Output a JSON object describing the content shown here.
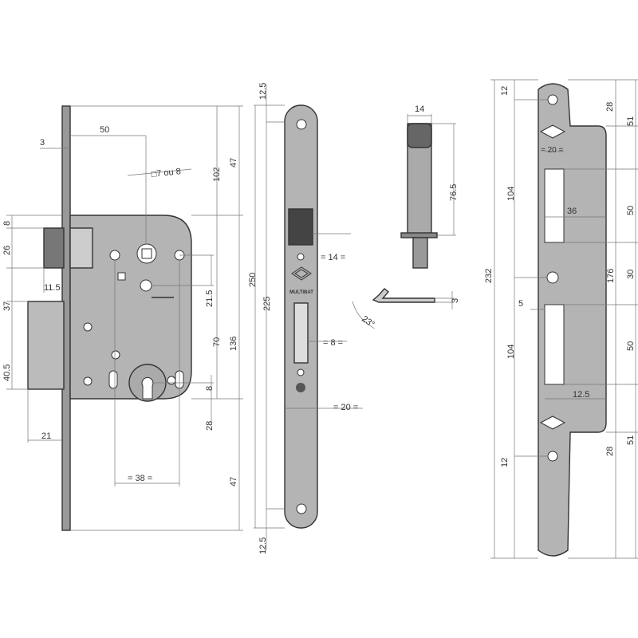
{
  "lock": {
    "dims": [
      "3",
      "50",
      "□7 ou 8",
      "47",
      "102",
      "250",
      "136",
      "70",
      "21.5",
      "8",
      "28",
      "47",
      "8",
      "26",
      "37",
      "40.5",
      "11.5",
      "21",
      "= 38 ="
    ]
  },
  "faceplate": {
    "dims": [
      "12.5",
      "225",
      "12.5",
      "= 14 =",
      "= 8 =",
      "= 20 ="
    ],
    "brand": "MULTIBAT"
  },
  "latch_side": {
    "dims": [
      "14",
      "76.5",
      "3",
      "23°"
    ]
  },
  "strike": {
    "dims": [
      "12",
      "28",
      "51",
      "= 20 =",
      "104",
      "36",
      "50",
      "232",
      "176",
      "30",
      "5",
      "104",
      "50",
      "12.5",
      "28",
      "51",
      "12"
    ]
  },
  "colors": {
    "metal": "#b4b4b4",
    "dark": "#555555",
    "line": "#333333"
  }
}
